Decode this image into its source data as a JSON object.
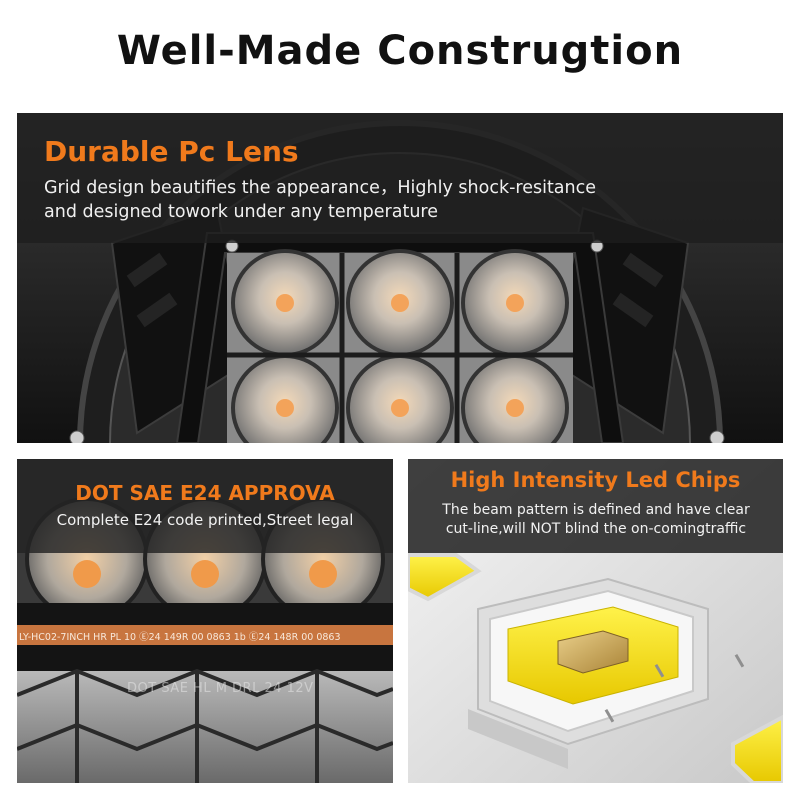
{
  "page": {
    "title": "Well-Made Construgtion"
  },
  "lens": {
    "heading": "Durable Pc Lens",
    "desc_line1": "Grid design beautifies the appearance，Highly shock-resitance",
    "desc_line2": "and designed towork under any temperature"
  },
  "approval": {
    "heading": "DOT SAE E24 APPROVA",
    "desc": "Complete E24 code printed,Street legal",
    "stamp": "LY-HC02-7INCH HR PL 10 Ⓔ24 149R 00 0863 1b Ⓔ24 148R 00 0863",
    "lens_mark": "DOT SAE HL M DRL 24 12V"
  },
  "chips": {
    "heading": "High Intensity Led Chips",
    "desc_line1": "The beam pattern is defined and have clear",
    "desc_line2": "cut-line,will NOT blind the on-comingtraffic"
  },
  "colors": {
    "accent": "#f07a1c",
    "dark": "#1a1a1a",
    "copper": "#c8753f",
    "led_yellow": "#f4e20c"
  }
}
